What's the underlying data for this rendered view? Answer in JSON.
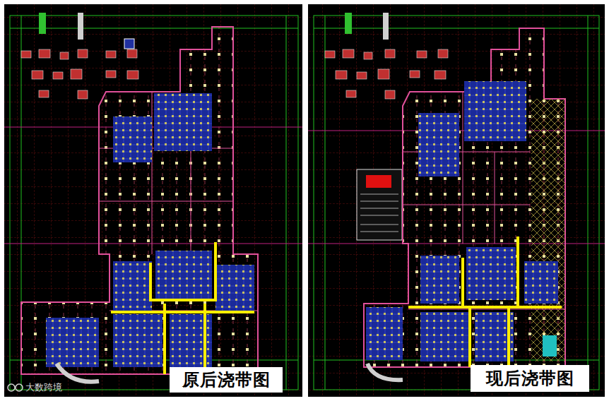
{
  "diagram": {
    "nodes": [
      {
        "text": [
          "原后浇带图"
        ]
      },
      {
        "text": [
          "现后浇带图"
        ]
      }
    ],
    "labels": [
      "大数跨境"
    ]
  }
}
